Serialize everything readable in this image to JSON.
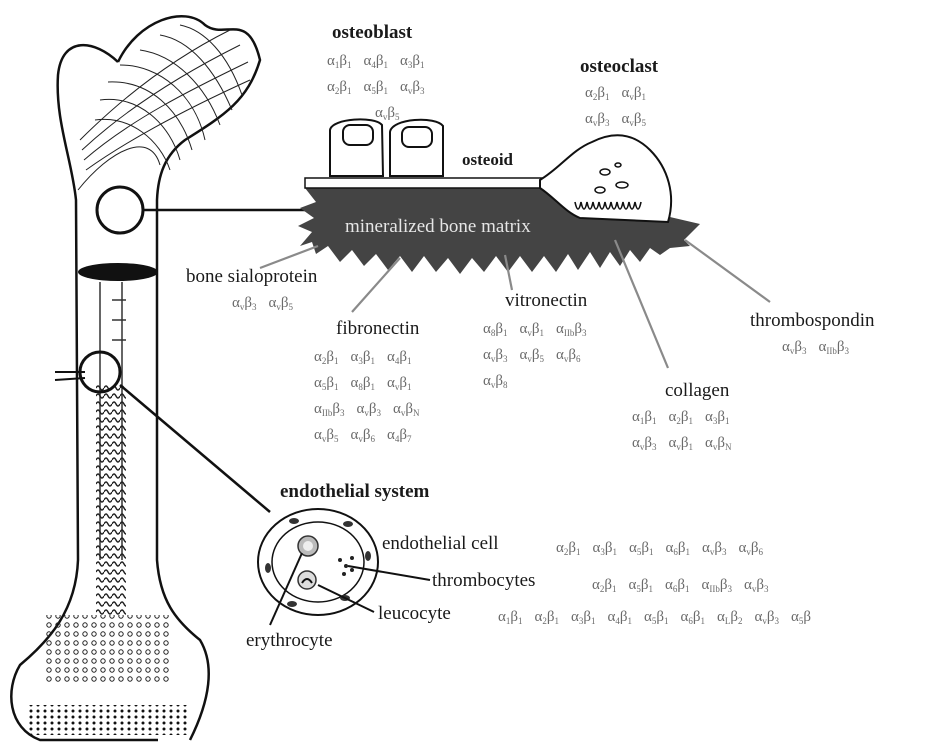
{
  "labels": {
    "osteoblast": "osteoblast",
    "osteoclast": "osteoclast",
    "osteoid": "osteoid",
    "matrix": "mineralized bone matrix",
    "bone_sialoprotein": "bone sialoprotein",
    "fibronectin": "fibronectin",
    "vitronectin": "vitronectin",
    "collagen": "collagen",
    "thrombospondin": "thrombospondin",
    "endothelial_system": "endothelial system",
    "endothelial_cell": "endothelial cell",
    "thrombocytes": "thrombocytes",
    "leucocyte": "leucocyte",
    "erythrocyte": "erythrocyte"
  },
  "integrins": {
    "osteoblast": [
      [
        "α1β1",
        "α4β1",
        "α3β1"
      ],
      [
        "α2β1",
        "α5β1",
        "αvβ3"
      ],
      [
        "αvβ5"
      ]
    ],
    "osteoclast": [
      [
        "α2β1",
        "αvβ1"
      ],
      [
        "αvβ3",
        "αvβ5"
      ]
    ],
    "bone_sialoprotein": [
      [
        "αvβ3",
        "αvβ5"
      ]
    ],
    "fibronectin": [
      [
        "α2β1",
        "α3β1",
        "α4β1"
      ],
      [
        "α5β1",
        "α8β1",
        "αvβ1"
      ],
      [
        "αIIbβ3",
        "αvβ3",
        "αvβN"
      ],
      [
        "αvβ5",
        "αvβ6",
        "α4β7"
      ]
    ],
    "vitronectin": [
      [
        "α8β1",
        "αvβ1",
        "αIIbβ3"
      ],
      [
        "αvβ3",
        "αvβ5",
        "αvβ6"
      ],
      [
        "αvβ8"
      ]
    ],
    "collagen": [
      [
        "α1β1",
        "α2β1",
        "α3β1"
      ],
      [
        "αvβ3",
        "αvβ1",
        "αvβN"
      ]
    ],
    "thrombospondin": [
      [
        "αvβ3",
        "αIIbβ3"
      ]
    ],
    "endothelial_cell": [
      [
        "α2β1",
        "α3β1",
        "α5β1",
        "α6β1",
        "αvβ3",
        "αvβ6"
      ]
    ],
    "thrombocytes": [
      [
        "α2β1",
        "α5β1",
        "α6β1",
        "αIIbβ3",
        "αvβ3"
      ]
    ],
    "leucocyte": [
      [
        "α1β1",
        "α2β1",
        "α3β1",
        "α4β1",
        "α5β1",
        "α6β1",
        "αLβ2",
        "αvβ3",
        "α5β"
      ]
    ]
  }
}
